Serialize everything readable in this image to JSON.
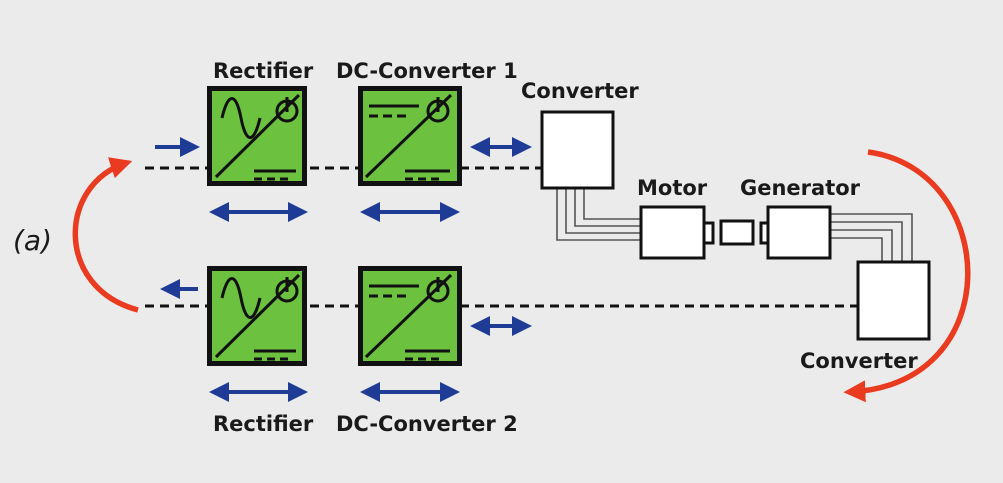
{
  "labels": {
    "case": "(a)",
    "rectifier_top": "Rectifier",
    "dc_converter_1": "DC-Converter 1",
    "converter_top": "Converter",
    "motor": "Motor",
    "generator": "Generator",
    "converter_bottom": "Converter",
    "rectifier_bottom": "Rectifier",
    "dc_converter_2": "DC-Converter 2"
  },
  "icons": {
    "rectifier": "ac-dc-symbol-icon",
    "dc_converter": "dc-dc-symbol-icon",
    "power": "power-icon",
    "bidirectional": "double-arrow-icon",
    "flow_arrow": "flow-arrow-icon",
    "circulation_arrow": "curved-arrow-icon"
  },
  "colors": {
    "background": "#ebebeb",
    "module_fill": "#6cc13f",
    "module_border": "#111111",
    "arrow_blue": "#1e3c96",
    "arrow_red": "#ea3a1f",
    "block_fill": "#ffffff"
  }
}
